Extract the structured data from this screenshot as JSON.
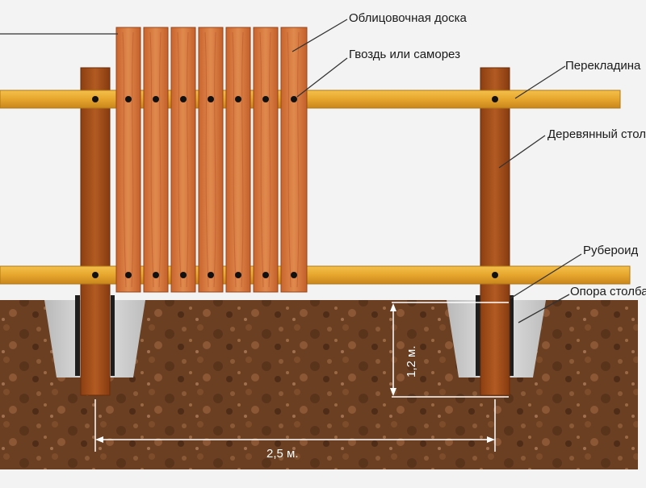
{
  "diagram": {
    "labels": {
      "cladding_board": "Облицовочная доска",
      "nail_or_screw": "Гвоздь или саморез",
      "crossbar": "Перекладина",
      "wooden_post": "Деревянный столб",
      "roofing_felt": "Рубероид",
      "post_support": "Опора столба"
    },
    "dimensions": {
      "depth": "1,2 м.",
      "span": "2,5 м."
    }
  }
}
